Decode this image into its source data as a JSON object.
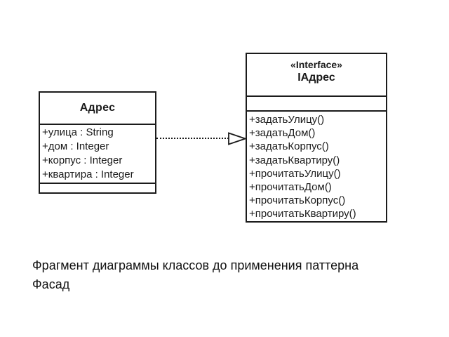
{
  "diagram": {
    "address_class": {
      "title": "Адрес",
      "attributes": [
        "+улица : String",
        "+дом : Integer",
        "+корпус : Integer",
        "+квартира : Integer"
      ],
      "operations": []
    },
    "iaddress_interface": {
      "stereotype": "«Interface»",
      "title": "IАдрес",
      "attributes": [],
      "operations": [
        "+задатьУлицу()",
        "+задатьДом()",
        "+задатьКорпус()",
        "+задатьКвартиру()",
        "+прочитатьУлицу()",
        "+прочитатьДом()",
        "+прочитатьКорпус()",
        "+прочитатьКвартиру()"
      ]
    },
    "relationship": {
      "type": "realization",
      "from": "Адрес",
      "to": "IАдрес",
      "line_style": "dotted",
      "arrowhead": "hollow-triangle"
    },
    "caption_line1": "Фрагмент диаграммы классов до применения паттерна",
    "caption_line2": "Фасад"
  },
  "colors": {
    "background": "#ffffff",
    "line": "#1b1b1b",
    "text": "#1b1b1b"
  }
}
